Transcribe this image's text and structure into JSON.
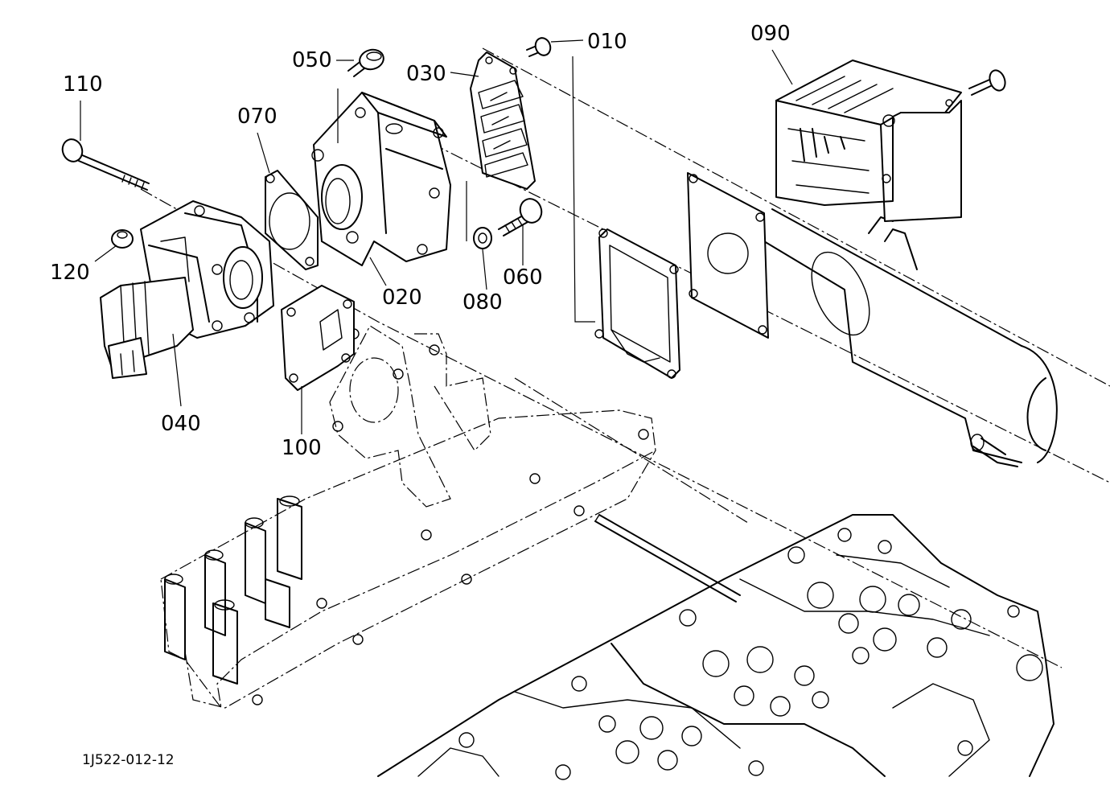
{
  "diagram": {
    "reference_code": "1J522-012-12",
    "callouts": [
      {
        "id": "c010",
        "label": "010"
      },
      {
        "id": "c020",
        "label": "020"
      },
      {
        "id": "c030",
        "label": "030"
      },
      {
        "id": "c040",
        "label": "040"
      },
      {
        "id": "c050",
        "label": "050"
      },
      {
        "id": "c060",
        "label": "060"
      },
      {
        "id": "c070",
        "label": "070"
      },
      {
        "id": "c080",
        "label": "080"
      },
      {
        "id": "c090",
        "label": "090"
      },
      {
        "id": "c100",
        "label": "100"
      },
      {
        "id": "c110",
        "label": "110"
      },
      {
        "id": "c120",
        "label": "120"
      }
    ]
  }
}
